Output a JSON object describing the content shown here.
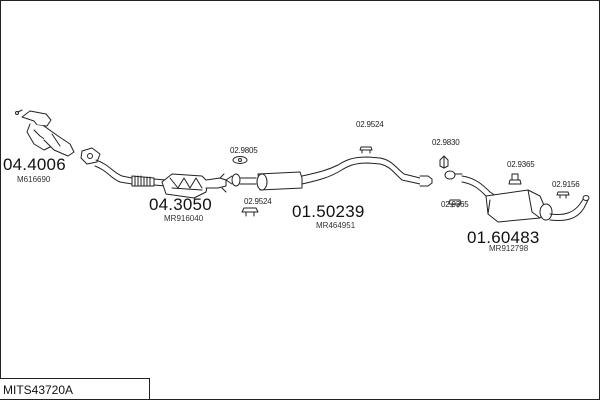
{
  "assembly_code": "MITS43720A",
  "parts": {
    "front_pipe": {
      "number": "04.4006",
      "ref": "M616690"
    },
    "catalyst": {
      "number": "04.3050",
      "ref": "MR916040"
    },
    "middle_silencer": {
      "number": "01.50239",
      "ref": "MR464951"
    },
    "rear_silencer": {
      "number": "01.60483",
      "ref": "MR912798"
    }
  },
  "fittings": [
    {
      "id": "gasket-1",
      "number": "02.9805"
    },
    {
      "id": "mount-1",
      "number": "02.9524"
    },
    {
      "id": "mount-2",
      "number": "02.9524"
    },
    {
      "id": "clamp-1",
      "number": "02.9830"
    },
    {
      "id": "mount-3",
      "number": "02.9365"
    },
    {
      "id": "mount-4",
      "number": "02.9365"
    },
    {
      "id": "mount-5",
      "number": "02.9156"
    }
  ]
}
